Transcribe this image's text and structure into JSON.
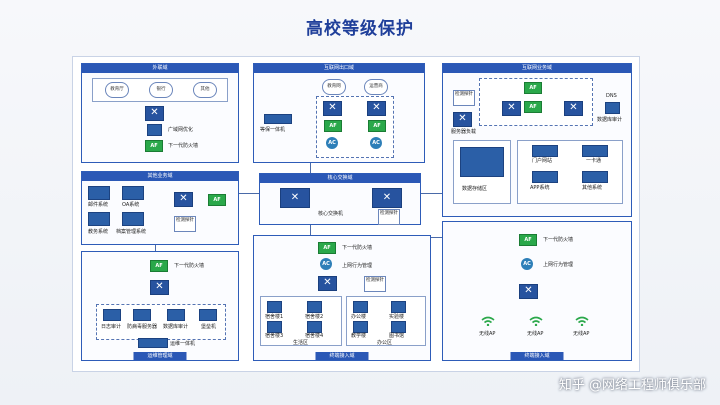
{
  "title": "高校等级保护",
  "watermark": "网络工程师俱乐部",
  "zones": {
    "external": {
      "title": "外联域",
      "clouds": [
        "教育厅",
        "银行",
        "其他"
      ],
      "wan_label": "广域网优化",
      "fw_label": "下一代防火墙"
    },
    "internet_exit": {
      "title": "互联网出口域",
      "clouds": [
        "教育网",
        "运营商"
      ],
      "appliance_label": "等保一体机"
    },
    "internet_business": {
      "title": "互联网业务域",
      "probe": "检测探针",
      "dns_label": "DNS",
      "dns_caption": "数据库审计",
      "lb_label": "服务器负载",
      "storage_label": "数据存储区",
      "services": [
        "门户网站",
        "一卡通",
        "APP系统",
        "其他系统"
      ]
    },
    "other_business": {
      "title": "其他业务域",
      "servers": [
        "邮件系统",
        "OA系统",
        "教务系统",
        "档案管理系统"
      ],
      "probe": "检测探针"
    },
    "core": {
      "title": "核心交换域",
      "core_label": "核心交换机",
      "probe": "检测探针"
    },
    "ops": {
      "title": "运维管理域",
      "fw_label": "下一代防火墙",
      "items": [
        "日志审计",
        "防病毒服务器",
        "数据库审计",
        "堡垒机"
      ],
      "appliance_label": "运维一体机"
    },
    "terminal_access": {
      "title": "终端接入域",
      "fw_label": "下一代防火墙",
      "ac_label": "上网行为管理",
      "probe": "检测探针",
      "living_area": "生活区",
      "office_area": "办公区",
      "dorms": [
        "宿舍楼1",
        "宿舍楼2",
        "宿舍楼3",
        "宿舍楼4"
      ],
      "offices": [
        "办公楼",
        "实验楼",
        "教学楼",
        "图书馆"
      ]
    },
    "wireless_access": {
      "title": "终端接入域",
      "fw_label": "下一代防火墙",
      "ac_label": "上网行为管理",
      "aps": [
        "无线AP",
        "无线AP",
        "无线AP"
      ]
    }
  },
  "colors": {
    "title": "#1f3f9a",
    "zone_header": "#2b58b6",
    "firewall": "#2aa84a",
    "switch": "#27539f"
  }
}
